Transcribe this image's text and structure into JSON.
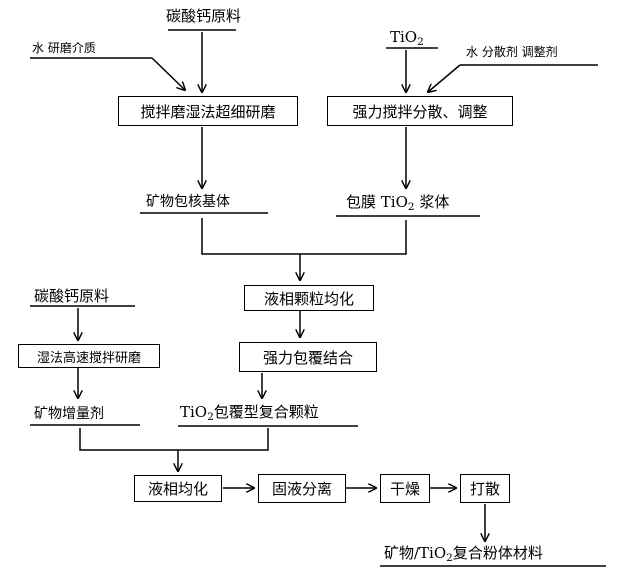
{
  "top_left": {
    "raw_material": "碳酸钙原料",
    "additives": "水  研磨介质",
    "process": "搅拌磨湿法超细研磨",
    "product": "矿物包核基体"
  },
  "top_right": {
    "raw_material": "TiO",
    "raw_material_sub": "2",
    "additives": "水  分散剂  调整剂",
    "process": "强力搅拌分散、调整",
    "product_prefix": "包膜 TiO",
    "product_sub": "2",
    "product_suffix": " 浆体"
  },
  "middle": {
    "homogenize": "液相颗粒均化",
    "coating": "强力包覆结合",
    "composite_prefix": "TiO",
    "composite_sub": "2",
    "composite_suffix": "包覆型复合颗粒"
  },
  "left_branch": {
    "raw_material": "碳酸钙原料",
    "process": "湿法高速搅拌研磨",
    "product": "矿物增量剂"
  },
  "bottom": {
    "homogenize": "液相均化",
    "separate": "固液分离",
    "dry": "干燥",
    "disperse": "打散",
    "final_prefix": "矿物/TiO",
    "final_sub": "2",
    "final_suffix": "复合粉体材料"
  }
}
